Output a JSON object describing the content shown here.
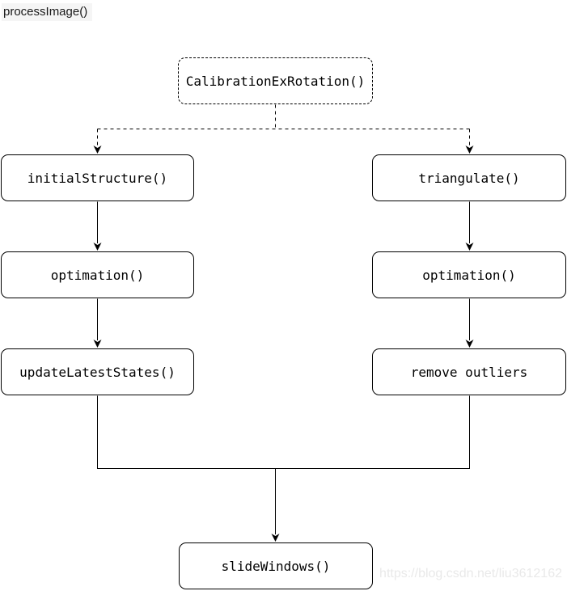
{
  "page": {
    "title_label": "processImage()",
    "watermark": "https://blog.csdn.net/liu3612162"
  },
  "colors": {
    "line": "#000000",
    "box_border": "#000000",
    "box_fill": "#ffffff",
    "text": "#000000",
    "label_highlight": "#f5f5f5",
    "watermark": "#e9e9e9"
  },
  "flowchart": {
    "type": "flowchart",
    "nodes": [
      {
        "id": "calibration",
        "label": "CalibrationExRotation()",
        "style": "dashed"
      },
      {
        "id": "initial-structure",
        "label": "initialStructure()",
        "style": "solid"
      },
      {
        "id": "triangulate",
        "label": "triangulate()",
        "style": "solid"
      },
      {
        "id": "optimation-left",
        "label": "optimation()",
        "style": "solid"
      },
      {
        "id": "optimation-right",
        "label": "optimation()",
        "style": "solid"
      },
      {
        "id": "update-latest-states",
        "label": "updateLatestStates()",
        "style": "solid"
      },
      {
        "id": "remove-outliers",
        "label": "remove outliers",
        "style": "solid"
      },
      {
        "id": "slide-windows",
        "label": "slideWindows()",
        "style": "solid"
      }
    ],
    "edges": [
      {
        "from": "calibration",
        "to": "initialStructure()",
        "style": "dashed-arrow"
      },
      {
        "from": "calibration",
        "to": "triangulate()",
        "style": "dashed-arrow"
      },
      {
        "from": "initial-structure",
        "to": "optimation-left",
        "style": "solid-arrow"
      },
      {
        "from": "optimation-left",
        "to": "update-latest-states",
        "style": "solid-arrow"
      },
      {
        "from": "triangulate",
        "to": "optimation-right",
        "style": "solid-arrow"
      },
      {
        "from": "optimation-right",
        "to": "remove-outliers",
        "style": "solid-arrow"
      },
      {
        "from": "update-latest-states",
        "to": "slide-windows",
        "style": "solid-arrow-merged"
      },
      {
        "from": "remove-outliers",
        "to": "slide-windows",
        "style": "solid-arrow-merged"
      }
    ]
  }
}
